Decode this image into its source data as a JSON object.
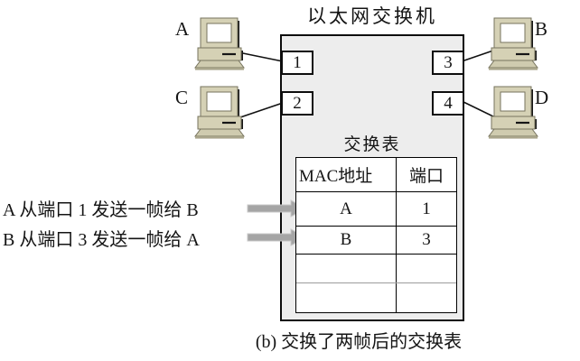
{
  "title": "以太网交换机",
  "caption": "(b) 交换了两帧后的交换表",
  "computers": [
    {
      "label": "A"
    },
    {
      "label": "B"
    },
    {
      "label": "C"
    },
    {
      "label": "D"
    }
  ],
  "ports": [
    {
      "label": "1"
    },
    {
      "label": "2"
    },
    {
      "label": "3"
    },
    {
      "label": "4"
    }
  ],
  "annotations": [
    {
      "text": "A 从端口 1 发送一帧给 B"
    },
    {
      "text": "B 从端口 3 发送一帧给 A"
    }
  ],
  "switch_table": {
    "title": "交换表",
    "headers": [
      "MAC地址",
      "端口"
    ],
    "rows": [
      [
        "A",
        "1"
      ],
      [
        "B",
        "3"
      ],
      [
        "",
        ""
      ],
      [
        "",
        ""
      ]
    ]
  },
  "colors": {
    "switch_fill": "#ededed",
    "pc_beige": "#d5d1b5",
    "pc_outline": "#77745e",
    "arrow_gray": "#a5a5a5",
    "wire_black": "#111111"
  }
}
